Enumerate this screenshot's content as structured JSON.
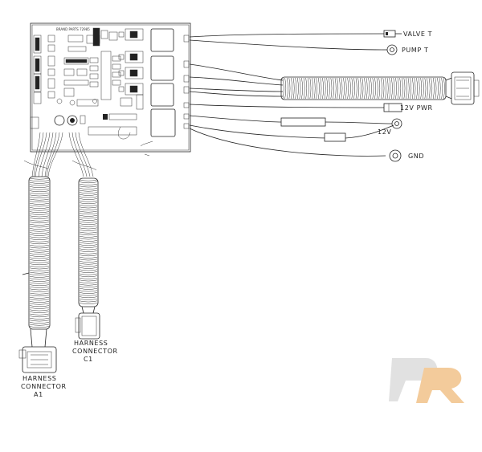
{
  "board": {
    "title": "BRAND PARTS 72985"
  },
  "labels": {
    "valve": "VALVE T",
    "pump": "PUMP T",
    "pwr": "12V PWR",
    "v12": "12V",
    "gnd": "GND",
    "harness_c_line1": "HARNESS",
    "harness_c_line2": "CONNECTOR",
    "harness_c_line3": "C1",
    "harness_a_line1": "HARNESS",
    "harness_a_line2": "CONNECTOR",
    "harness_a_line3": "A1"
  },
  "watermark": {
    "letters": "PR",
    "color_left": "#d9d9d9",
    "color_right": "#f2c38a"
  }
}
